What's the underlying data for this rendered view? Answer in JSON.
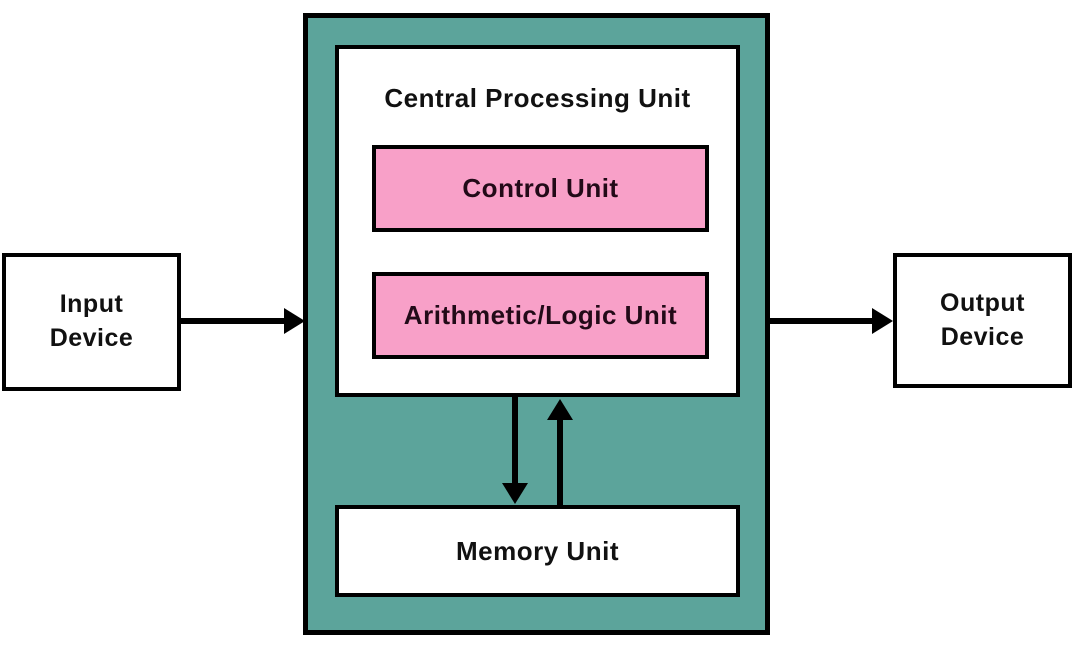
{
  "colors": {
    "page_bg": "#ffffff",
    "teal": "#5CA49B",
    "pink": "#F8A0C8",
    "white": "#ffffff",
    "border": "#000000",
    "arrow": "#000000",
    "text": "#111111",
    "pink_text": "#220a18"
  },
  "diagram": {
    "type": "block-diagram",
    "subject": "computer-architecture",
    "cpu": {
      "title": "Central Processing Unit",
      "control_unit_label": "Control Unit",
      "alu_label": "Arithmetic/Logic Unit"
    },
    "memory": {
      "label": "Memory Unit"
    },
    "input_device": {
      "line1": "Input",
      "line2": "Device"
    },
    "output_device": {
      "line1": "Output",
      "line2": "Device"
    },
    "connections": [
      {
        "from": "input-device",
        "to": "cpu-container",
        "direction": "right"
      },
      {
        "from": "cpu-container",
        "to": "output-device",
        "direction": "right"
      },
      {
        "from": "cpu-box",
        "to": "memory-unit",
        "direction": "down"
      },
      {
        "from": "memory-unit",
        "to": "cpu-box",
        "direction": "up"
      }
    ]
  }
}
